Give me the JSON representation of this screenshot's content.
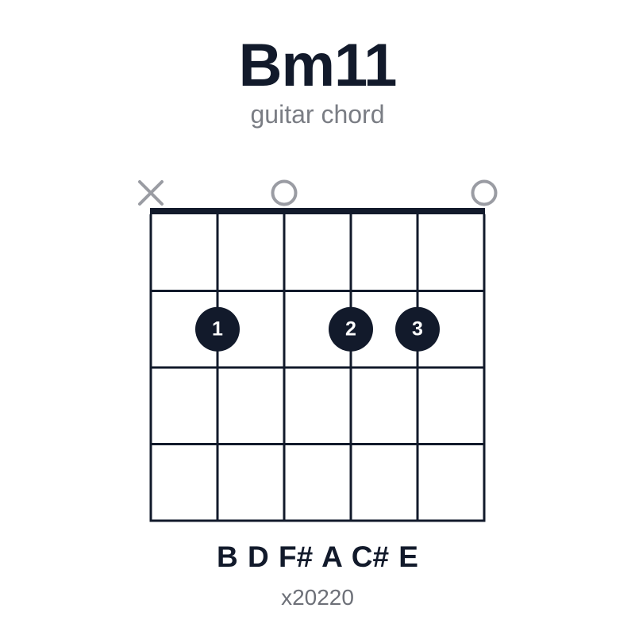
{
  "chord": {
    "name": "Bm11",
    "subtitle": "guitar chord",
    "notes": "B D F# A C# E",
    "fingering": "x20220"
  },
  "diagram": {
    "strings": 6,
    "frets_shown": 4,
    "string_markers": [
      "x",
      "",
      "o",
      "",
      "",
      "o"
    ],
    "dots": [
      {
        "string": 2,
        "fret": 2,
        "finger": "1"
      },
      {
        "string": 4,
        "fret": 2,
        "finger": "2"
      },
      {
        "string": 5,
        "fret": 2,
        "finger": "3"
      }
    ],
    "colors": {
      "ink": "#121a2b",
      "muted_marker": "#9a9ca3",
      "dot_text": "#ffffff"
    }
  }
}
